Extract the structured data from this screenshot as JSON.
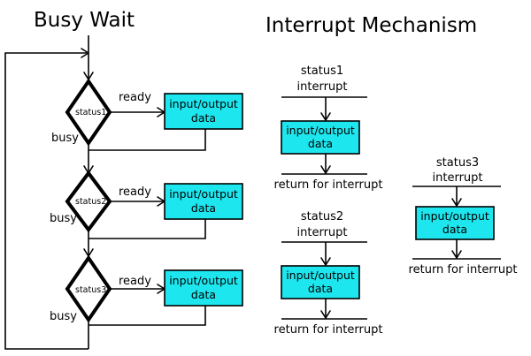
{
  "titles": {
    "busy_wait": "Busy Wait",
    "interrupt": "Interrupt Mechanism"
  },
  "busy_wait": {
    "diamonds": [
      {
        "label": "status1",
        "ready": "ready",
        "busy": "busy",
        "box_line1": "input/output",
        "box_line2": "data"
      },
      {
        "label": "status2",
        "ready": "ready",
        "busy": "busy",
        "box_line1": "input/output",
        "box_line2": "data"
      },
      {
        "label": "status3",
        "ready": "ready",
        "busy": "busy",
        "box_line1": "input/output",
        "box_line2": "data"
      }
    ]
  },
  "interrupt": {
    "handlers": [
      {
        "line1": "status1",
        "line2": "interrupt",
        "box_line1": "input/output",
        "box_line2": "data",
        "return": "return for interrupt"
      },
      {
        "line1": "status2",
        "line2": "interrupt",
        "box_line1": "input/output",
        "box_line2": "data",
        "return": "return for interrupt"
      },
      {
        "line1": "status3",
        "line2": "interrupt",
        "box_line1": "input/output",
        "box_line2": "data",
        "return": "return for interrupt"
      }
    ]
  },
  "colors": {
    "box_fill": "#1ee6ee",
    "line": "#000000"
  }
}
